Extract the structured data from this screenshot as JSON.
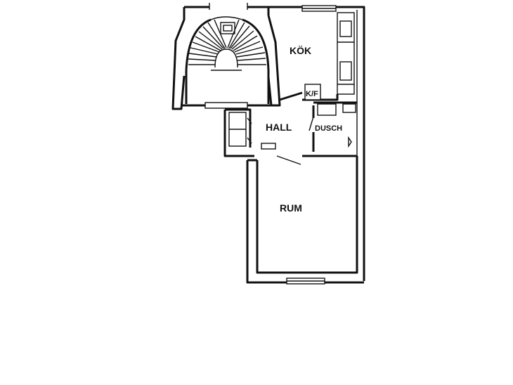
{
  "plan": {
    "rooms": {
      "kitchen": "KÖK",
      "hall": "HALL",
      "shower": "DUSCH",
      "room": "RUM"
    },
    "symbols": {
      "fridge_freezer": "K/F"
    },
    "colors": {
      "ink": "#111111",
      "paper": "#ffffff"
    }
  }
}
